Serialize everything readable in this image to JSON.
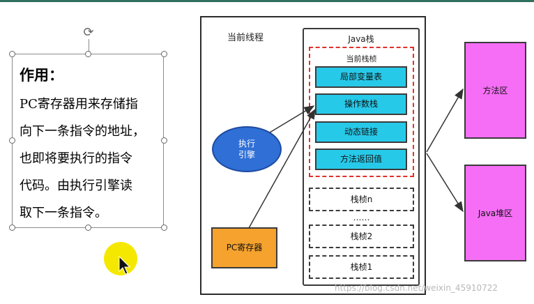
{
  "text_box": {
    "title": "作用：",
    "body": "PC寄存器用来存储指\n向下一条指令的地址，\n也即将要执行的指令\n代码。由执行引擎读\n取下一条指令。"
  },
  "diagram": {
    "thread_label": "当前线程",
    "stack_label": "Java栈",
    "current_frame_label": "当前栈桢",
    "slots": [
      "局部变量表",
      "操作数栈",
      "动态链接",
      "方法返回值"
    ],
    "frames": [
      "栈桢n",
      "栈桢2",
      "栈桢1"
    ],
    "dots": "……",
    "engine_label": "执行\n引擎",
    "pc_label": "PC寄存器",
    "method_area_label": "方法区",
    "heap_label": "Java堆区"
  },
  "watermark": "https://blog.csdn.net/weixin_45910722"
}
